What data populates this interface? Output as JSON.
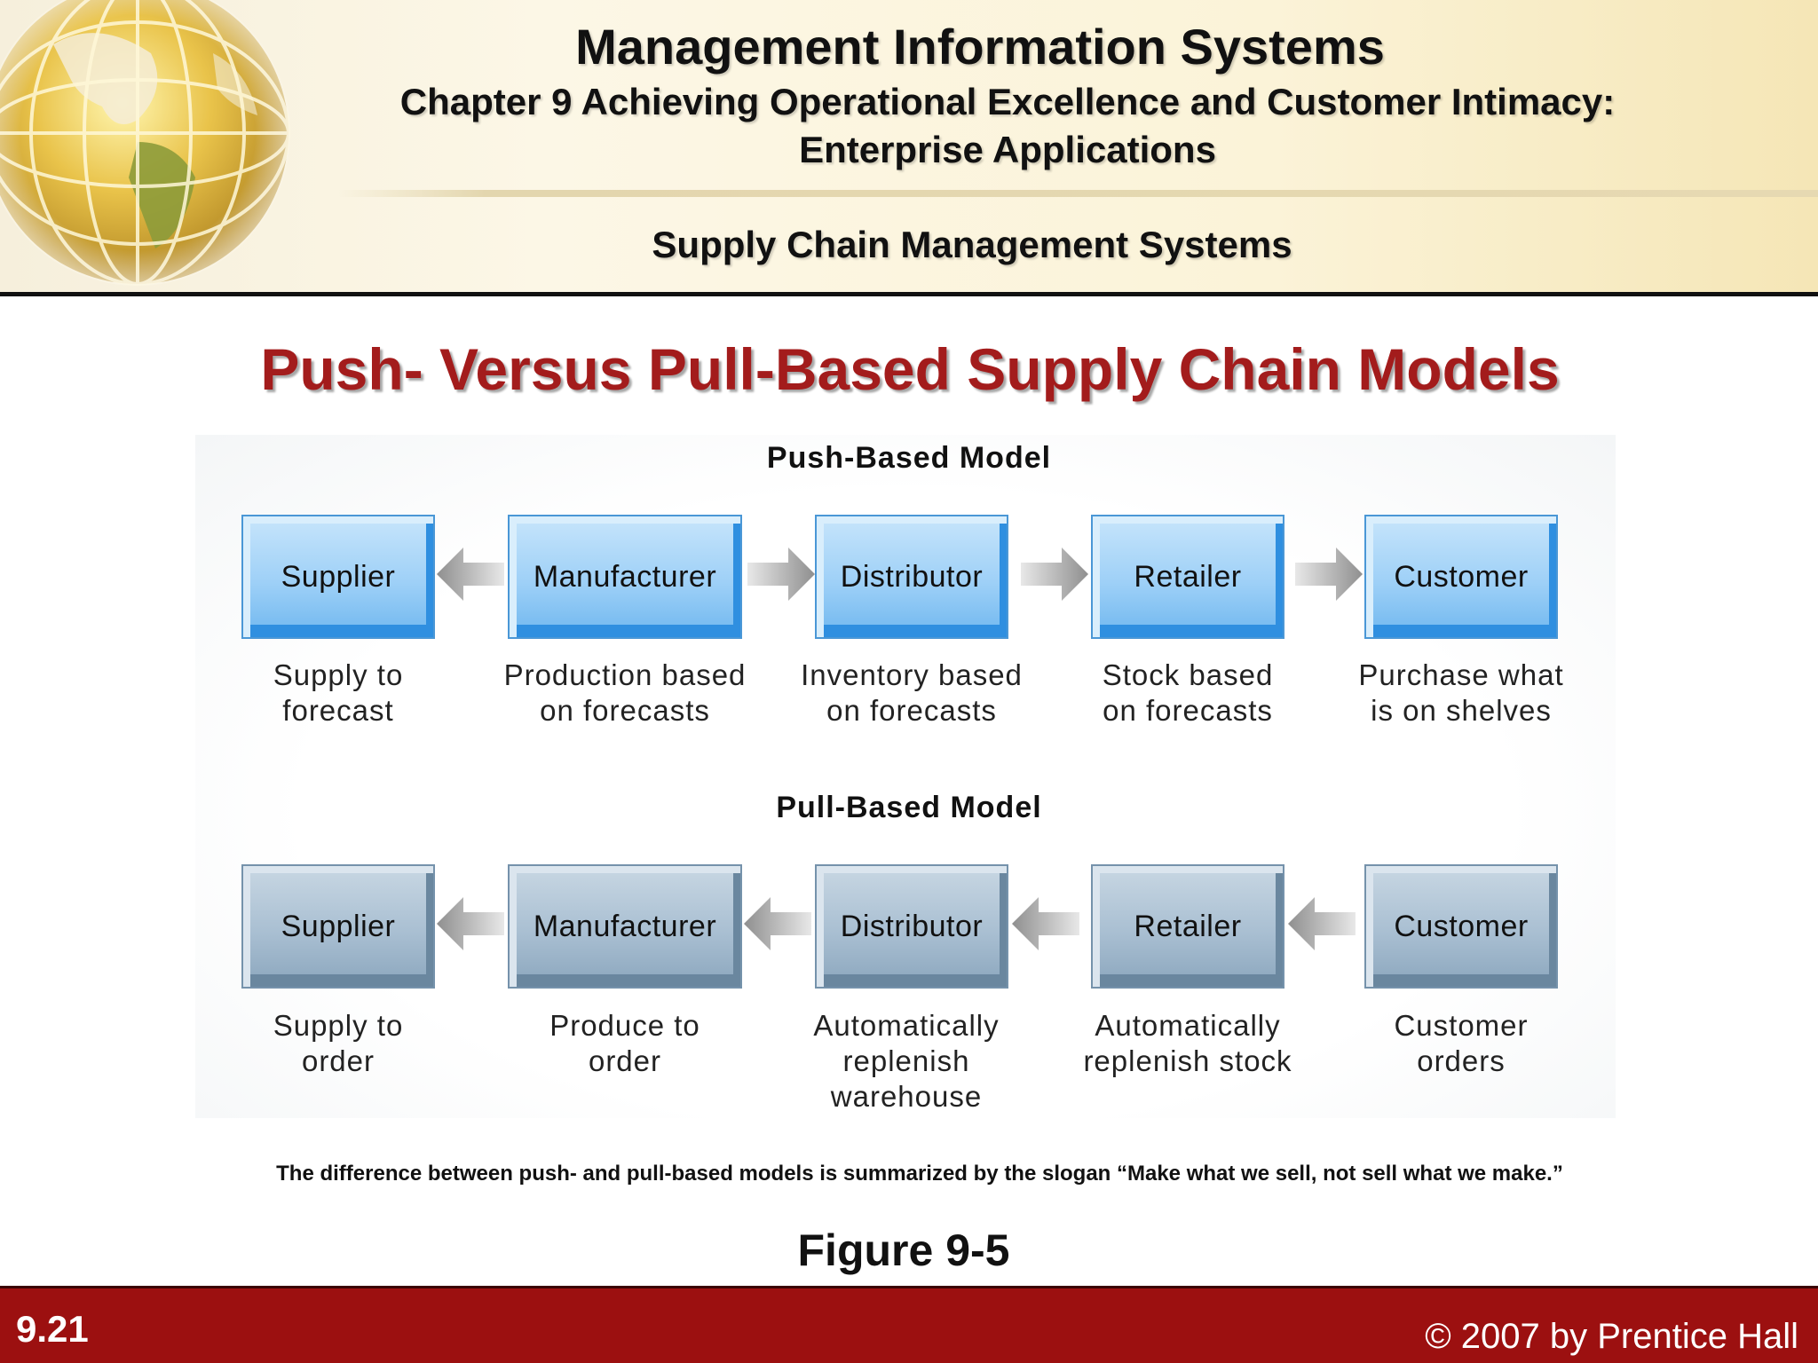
{
  "header": {
    "title": "Management Information Systems",
    "chapter_line1": "Chapter 9 Achieving Operational Excellence and Customer Intimacy:",
    "chapter_line2": "Enterprise Applications",
    "section": "Supply Chain Management Systems"
  },
  "slide_title": "Push- Versus Pull-Based Supply Chain Models",
  "push": {
    "title": "Push-Based Model",
    "nodes": [
      {
        "label": "Supplier",
        "caption1": "Supply to",
        "caption2": "forecast",
        "caption3": ""
      },
      {
        "label": "Manufacturer",
        "caption1": "Production based",
        "caption2": "on forecasts",
        "caption3": ""
      },
      {
        "label": "Distributor",
        "caption1": "Inventory based",
        "caption2": "on forecasts",
        "caption3": ""
      },
      {
        "label": "Retailer",
        "caption1": "Stock based",
        "caption2": "on forecasts",
        "caption3": ""
      },
      {
        "label": "Customer",
        "caption1": "Purchase what",
        "caption2": "is on shelves",
        "caption3": ""
      }
    ]
  },
  "pull": {
    "title": "Pull-Based Model",
    "nodes": [
      {
        "label": "Supplier",
        "caption1": "Supply to",
        "caption2": "order",
        "caption3": ""
      },
      {
        "label": "Manufacturer",
        "caption1": "Produce to",
        "caption2": "order",
        "caption3": ""
      },
      {
        "label": "Distributor",
        "caption1": "Automatically",
        "caption2": "replenish",
        "caption3": "warehouse"
      },
      {
        "label": "Retailer",
        "caption1": "Automatically",
        "caption2": "replenish stock",
        "caption3": ""
      },
      {
        "label": "Customer",
        "caption1": "Customer",
        "caption2": "orders",
        "caption3": ""
      }
    ]
  },
  "footnote": "The difference between push- and pull-based models is summarized by the slogan “Make what we sell, not sell what we make.”",
  "figure_label": "Figure 9-5",
  "footer": {
    "slide_number": "9.21",
    "copyright": "© 2007 by Prentice Hall"
  },
  "colors": {
    "title_red": "#a31c1c",
    "footer_red": "#9c1010",
    "push_box": "#9ed0f7",
    "pull_box": "#a9bfd2"
  }
}
